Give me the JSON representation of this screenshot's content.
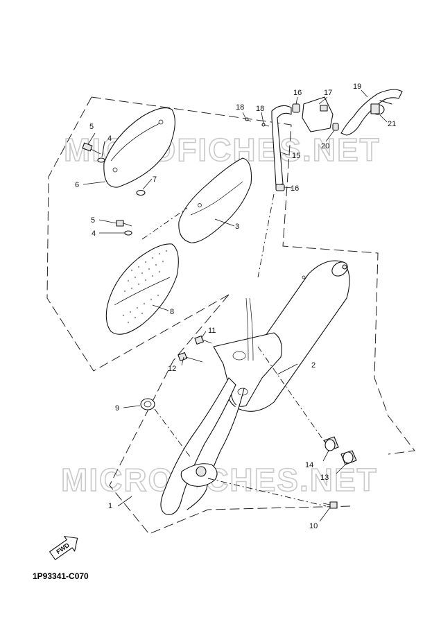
{
  "diagram": {
    "part_code": "1P93341-C070",
    "fwd_label": "FWD",
    "watermarks": [
      "MICROFICHES.NET",
      "MICROFICHES.NET"
    ],
    "callouts": [
      {
        "id": "c1",
        "label": "1"
      },
      {
        "id": "c2",
        "label": "2"
      },
      {
        "id": "c3",
        "label": "3"
      },
      {
        "id": "c4a",
        "label": "4"
      },
      {
        "id": "c4b",
        "label": "4"
      },
      {
        "id": "c5a",
        "label": "5"
      },
      {
        "id": "c5b",
        "label": "5"
      },
      {
        "id": "c6",
        "label": "6"
      },
      {
        "id": "c7",
        "label": "7"
      },
      {
        "id": "c8",
        "label": "8"
      },
      {
        "id": "c9",
        "label": "9"
      },
      {
        "id": "c10",
        "label": "10"
      },
      {
        "id": "c11",
        "label": "11"
      },
      {
        "id": "c12",
        "label": "12"
      },
      {
        "id": "c13",
        "label": "13"
      },
      {
        "id": "c14",
        "label": "14"
      },
      {
        "id": "c15",
        "label": "15"
      },
      {
        "id": "c16a",
        "label": "16"
      },
      {
        "id": "c16b",
        "label": "16"
      },
      {
        "id": "c17",
        "label": "17"
      },
      {
        "id": "c18a",
        "label": "18"
      },
      {
        "id": "c18b",
        "label": "18"
      },
      {
        "id": "c19",
        "label": "19"
      },
      {
        "id": "c20",
        "label": "20"
      },
      {
        "id": "c21",
        "label": "21"
      }
    ]
  }
}
